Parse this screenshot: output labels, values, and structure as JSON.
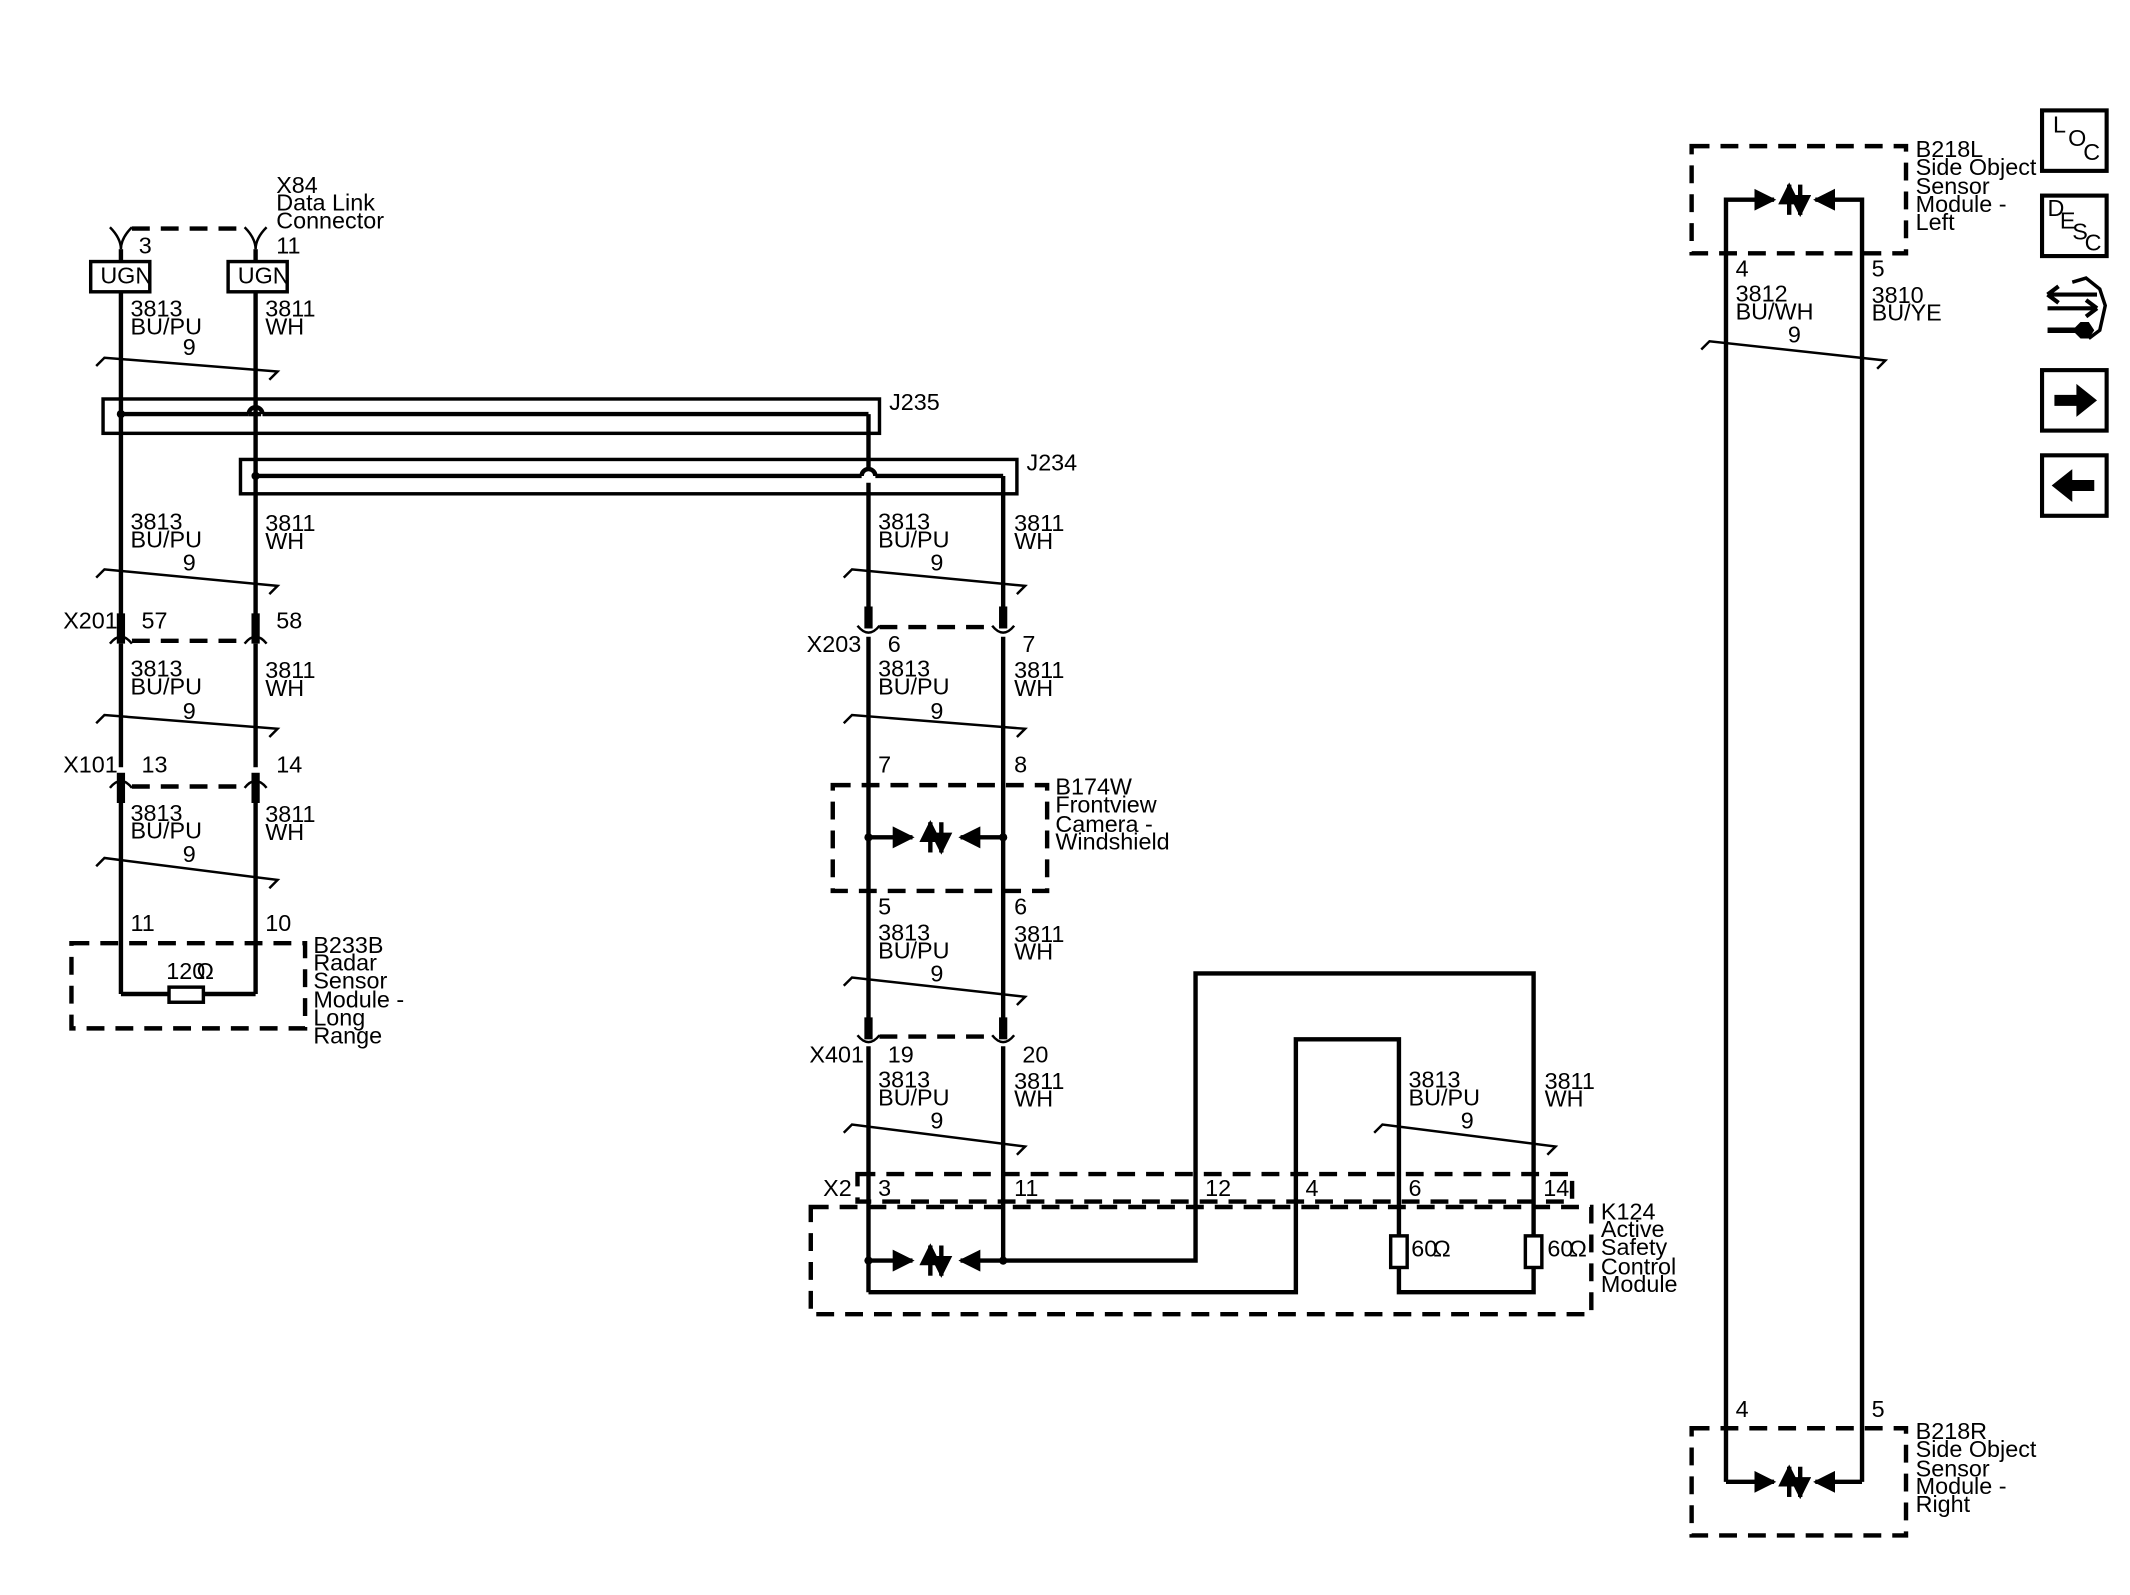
{
  "connectors": {
    "x84": {
      "id": "X84",
      "line1": "Data Link",
      "line2": "Connector",
      "pin_a": "3",
      "pin_b": "11",
      "ugn_a": "UGN",
      "ugn_b": "UGN"
    },
    "x201": {
      "id": "X201",
      "pin_a": "57",
      "pin_b": "58"
    },
    "x101": {
      "id": "X101",
      "pin_a": "13",
      "pin_b": "14"
    },
    "x203": {
      "id": "X203",
      "pin_a": "6",
      "pin_b": "7"
    },
    "x401": {
      "id": "X401",
      "pin_a": "19",
      "pin_b": "20"
    },
    "x2": {
      "id": "X2",
      "pins": [
        "3",
        "11",
        "12",
        "4",
        "6",
        "14"
      ]
    }
  },
  "splices": {
    "j235": "J235",
    "j234": "J234"
  },
  "circuits": {
    "c3813": "3813",
    "c3811": "3811",
    "c3812": "3812",
    "c3810": "3810",
    "bu_pu": "BU/PU",
    "wh": "WH",
    "bu_wh": "BU/WH",
    "bu_ye": "BU/YE",
    "twist": "9"
  },
  "modules": {
    "b233b": {
      "id": "B233B",
      "lines": [
        "Radar",
        "Sensor",
        "Module -",
        "Long",
        "Range"
      ],
      "pin_a": "11",
      "pin_b": "10",
      "resistor": "120",
      "unit": "Ω"
    },
    "b174w": {
      "id": "B174W",
      "lines": [
        "Frontview",
        "Camera -",
        "Windshield"
      ],
      "pin_top_a": "7",
      "pin_top_b": "8",
      "pin_bot_a": "5",
      "pin_bot_b": "6"
    },
    "k124": {
      "id": "K124",
      "lines": [
        "Active",
        "Safety",
        "Control",
        "Module"
      ],
      "resistor": "60",
      "unit": "Ω"
    },
    "b218l": {
      "id": "B218L",
      "lines": [
        "Side Object",
        "Sensor",
        "Module -",
        "Left"
      ],
      "pin_a": "4",
      "pin_b": "5"
    },
    "b218r": {
      "id": "B218R",
      "lines": [
        "Side Object",
        "Sensor",
        "Module -",
        "Right"
      ],
      "pin_a": "4",
      "pin_b": "5"
    }
  },
  "nav": {
    "loc": [
      "L",
      "O",
      "C"
    ],
    "desc": [
      "D",
      "E",
      "S",
      "C"
    ],
    "icons": [
      "connector-view-icon",
      "next-arrow-icon",
      "previous-arrow-icon"
    ]
  }
}
